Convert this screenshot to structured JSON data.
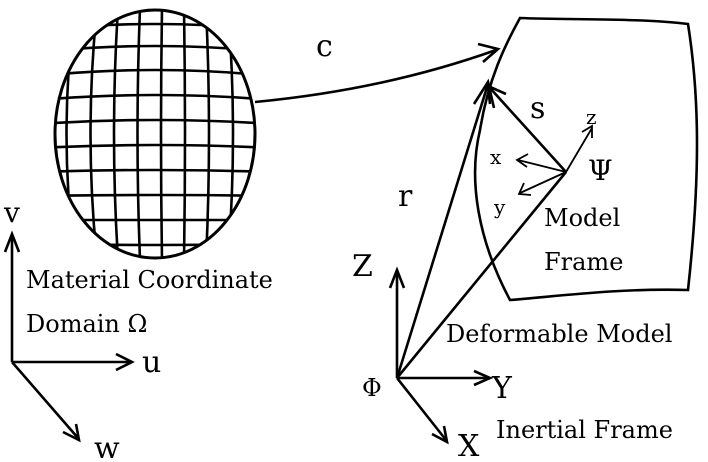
{
  "labels": {
    "c": "c",
    "s": "s",
    "z_small": "z",
    "x_small": "x",
    "y_small": "y",
    "psi": "Ψ",
    "model_frame_1": "Model",
    "model_frame_2": "Frame",
    "r": "r",
    "v": "v",
    "u": "u",
    "w": "w",
    "material_1": "Material Coordinate",
    "material_2": "Domain Ω",
    "Z": "Z",
    "Y": "Y",
    "X": "X",
    "phi": "Φ",
    "deformable_model": "Deformable Model",
    "inertial_frame": "Inertial Frame"
  },
  "colors": {
    "ink": "#000000",
    "background": "#ffffff"
  }
}
